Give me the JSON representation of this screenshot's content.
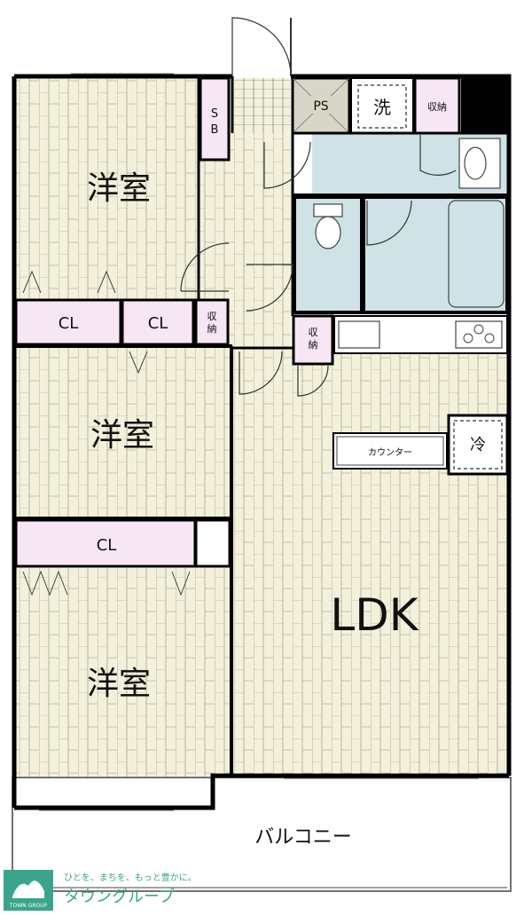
{
  "rooms": {
    "bedroom1": "洋室",
    "bedroom2": "洋室",
    "bedroom3": "洋室",
    "ldk": "LDK",
    "balcony": "バルコニー"
  },
  "closets": {
    "cl1": "CL",
    "cl2": "CL",
    "cl3": "CL",
    "sb": "S",
    "sb2": "B",
    "storage_entry": "収",
    "storage_entry2": "納",
    "storage_kitchen": "収",
    "storage_kitchen2": "納",
    "storage_top": "収納"
  },
  "fixtures": {
    "ps": "PS",
    "washer": "洗",
    "fridge": "冷",
    "counter": "カウンター"
  },
  "logo": {
    "tagline": "ひとを、まちを、もっと豊かに。",
    "name": "タウングループ",
    "small": "TOWN GROUP"
  },
  "colors": {
    "floor": "#f3f1dc",
    "closet": "#f7e6f3",
    "wet": "#cfe3e6",
    "wall": "#000000",
    "logo": "#3aa58a"
  }
}
